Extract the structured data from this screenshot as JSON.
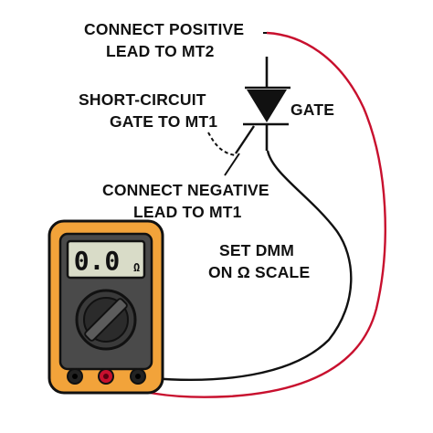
{
  "annotations": {
    "positive_lead": [
      "CONNECT POSITIVE",
      "LEAD TO MT2"
    ],
    "short_circuit": [
      "SHORT-CIRCUIT",
      "GATE TO MT1"
    ],
    "gate": "GATE",
    "negative_lead": [
      "CONNECT NEGATIVE",
      "LEAD TO MT1"
    ],
    "dmm_setting": [
      "SET DMM",
      "ON Ω SCALE"
    ]
  },
  "multimeter": {
    "display_value": "0.0",
    "display_unit": "Ω"
  },
  "colors": {
    "meter_body": "#f2a33a",
    "meter_face": "#4a4a4a",
    "lcd": "#d9dcc8",
    "positive_lead": "#c8102e",
    "negative_lead": "#111111"
  }
}
